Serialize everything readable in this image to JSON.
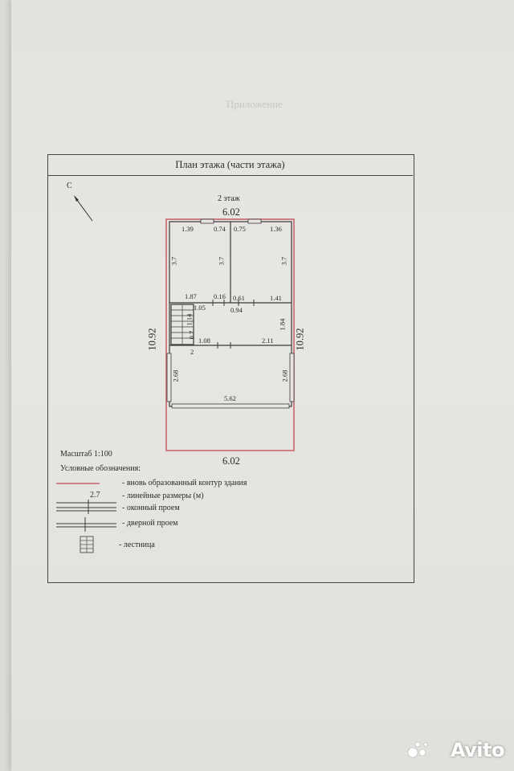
{
  "header_faint": "Приложение",
  "title": "План этажа (части этажа)",
  "north": "С",
  "floor_label": "2 этаж",
  "dims": {
    "top_width": "6.02",
    "bottom_width": "6.02",
    "left_height": "10.92",
    "right_height": "10.92",
    "r1_top_left": "1.39",
    "r1_top_right": "0.74",
    "r2_top_left": "0.75",
    "r2_top_right": "1.36",
    "r1_side": "3.7",
    "r1_side_right": "3.7",
    "r2_side": "3.7",
    "r1_bottom_left": "1.87",
    "r1_bottom_right": "0.16",
    "r2_bottom_left": "0.61",
    "r2_bottom_right": "1.41",
    "hall_left": "1.05",
    "hall_mid": "0.94",
    "stair_len": "1.14",
    "stair_width": "0.7",
    "hall_height": "1.84",
    "hall_bottom_left": "1.08",
    "hall_bottom_right": "2.11",
    "big_room_left_top": "2",
    "big_room_left": "2.68",
    "big_room_right": "2.68",
    "big_room_bottom": "5.62"
  },
  "legend": {
    "scale": "Масштаб   1:100",
    "heading": "Условные обозначения:",
    "sample_dim": "2.7",
    "items": [
      "- вновь образованный контур здания",
      "- линейные размеры (м)",
      "- оконный проем",
      "- дверной проем",
      "- лестница"
    ]
  },
  "watermark": "Avito",
  "colors": {
    "contour": "#c8646e",
    "lines": "#3a3a3a",
    "paper": "#e6e4e0"
  }
}
